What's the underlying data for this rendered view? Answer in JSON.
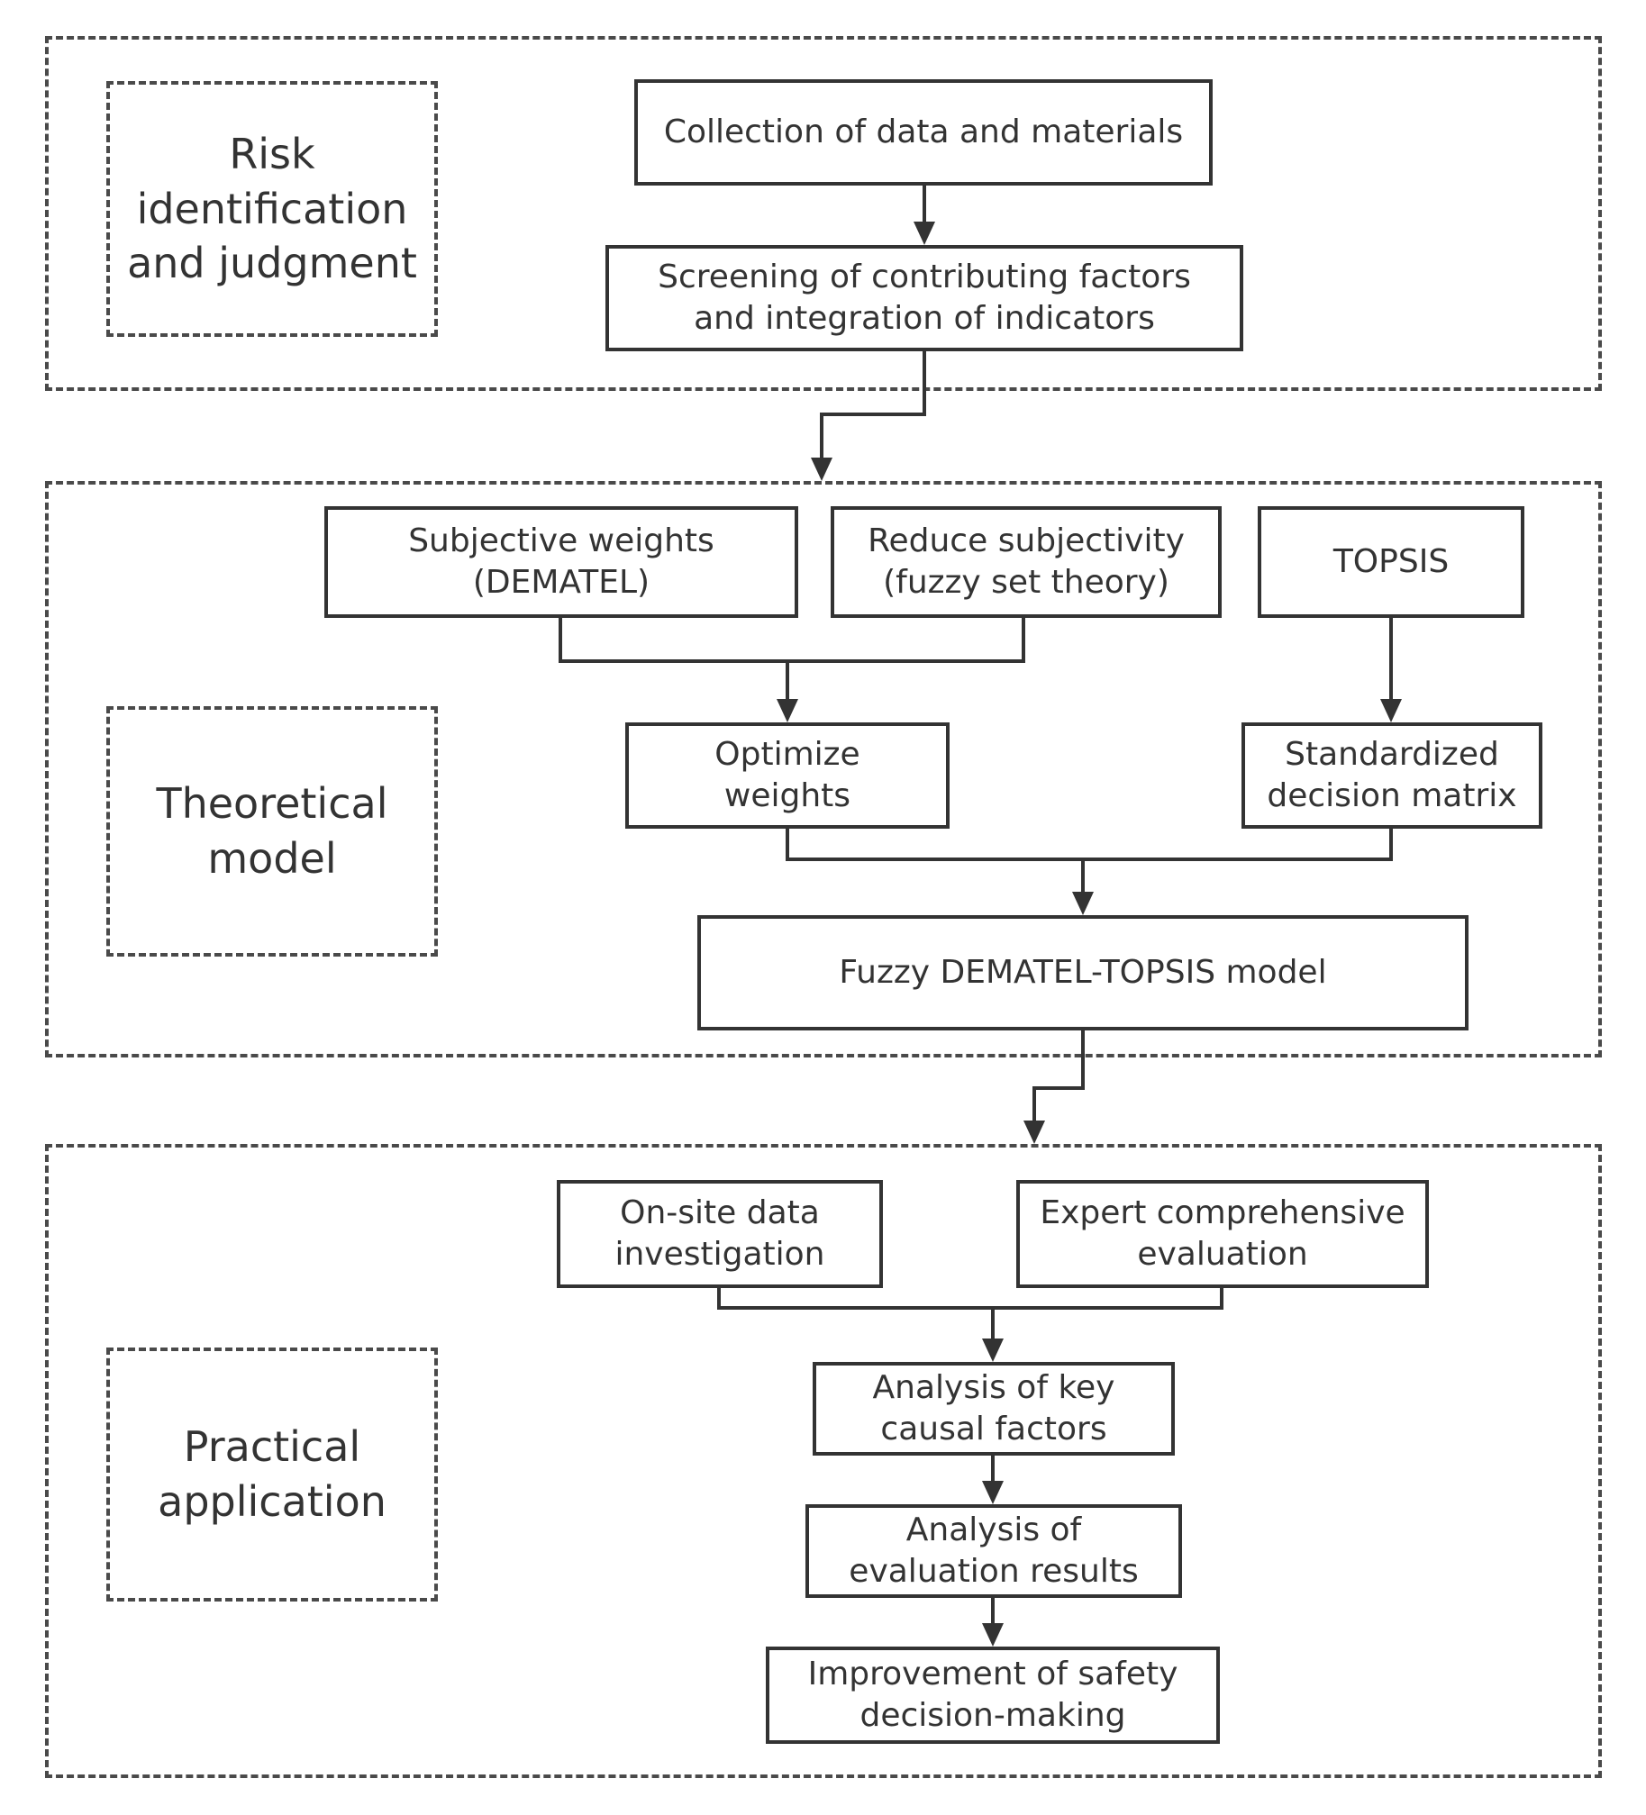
{
  "stages": {
    "risk": "Risk identification and judgment",
    "theory": "Theoretical model",
    "practice": "Practical application"
  },
  "nodes": {
    "collection": "Collection of data and materials",
    "screening": "Screening of contributing factors\nand integration of indicators",
    "subjective_weights": "Subjective weights\n(DEMATEL)",
    "reduce_subjectivity": "Reduce subjectivity\n(fuzzy set theory)",
    "topsis": "TOPSIS",
    "optimize_weights": "Optimize\nweights",
    "standardized_matrix": "Standardized\ndecision matrix",
    "fuzzy_model": "Fuzzy DEMATEL-TOPSIS model",
    "onsite_data": "On-site data\ninvestigation",
    "expert_evaluation": "Expert comprehensive\nevaluation",
    "key_factors": "Analysis of key\ncausal factors",
    "evaluation_results": "Analysis of\nevaluation results",
    "safety_decision": "Improvement of safety\ndecision-making"
  }
}
